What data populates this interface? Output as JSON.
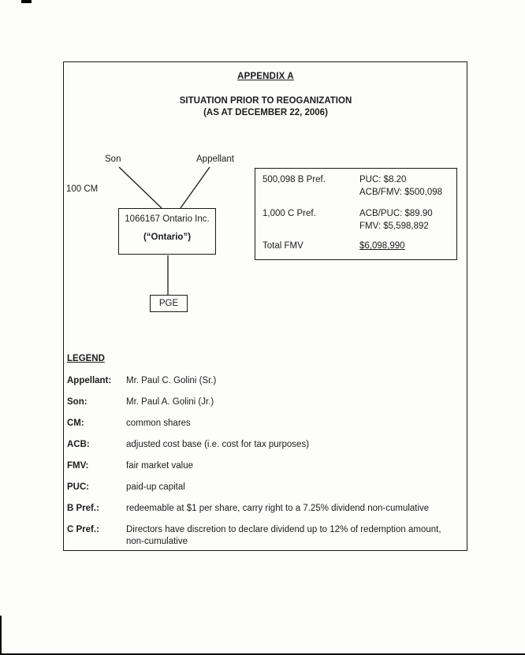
{
  "page": {
    "title": "APPENDIX A",
    "subtitle": "SITUATION PRIOR TO REOGANIZATION",
    "date_line": "(AS AT DECEMBER 22, 2006)"
  },
  "diagram": {
    "son": "Son",
    "appellant": "Appellant",
    "shares": "100 CM",
    "company_line1": "1066167 Ontario Inc.",
    "company_line2": "(“Ontario”)",
    "subsidiary": "PGE"
  },
  "share_table": {
    "rows": [
      {
        "label": "500,098 B Pref.",
        "line1": "PUC: $8.20",
        "line2": "ACB/FMV: $500,098"
      },
      {
        "label": "1,000 C Pref.",
        "line1": "ACB/PUC: $89.90",
        "line2": "FMV: $5,598,892"
      },
      {
        "label": "Total FMV",
        "line1": "$6,098,990",
        "line2": ""
      }
    ]
  },
  "legend": {
    "heading": "LEGEND",
    "items": [
      {
        "term": "Appellant:",
        "definition": "Mr. Paul C. Golini (Sr.)"
      },
      {
        "term": "Son:",
        "definition": "Mr. Paul A. Golini (Jr.)"
      },
      {
        "term": "CM:",
        "definition": "common shares"
      },
      {
        "term": "ACB:",
        "definition": "adjusted cost base (i.e. cost for tax purposes)"
      },
      {
        "term": "FMV:",
        "definition": "fair market value"
      },
      {
        "term": "PUC:",
        "definition": "paid-up capital"
      },
      {
        "term": "B Pref.:",
        "definition": "redeemable at $1 per share, carry right to a 7.25% dividend non-cumulative"
      },
      {
        "term": "C Pref.:",
        "definition": "Directors have discretion to declare dividend up to 12% of redemption amount, non-cumulative"
      }
    ]
  }
}
